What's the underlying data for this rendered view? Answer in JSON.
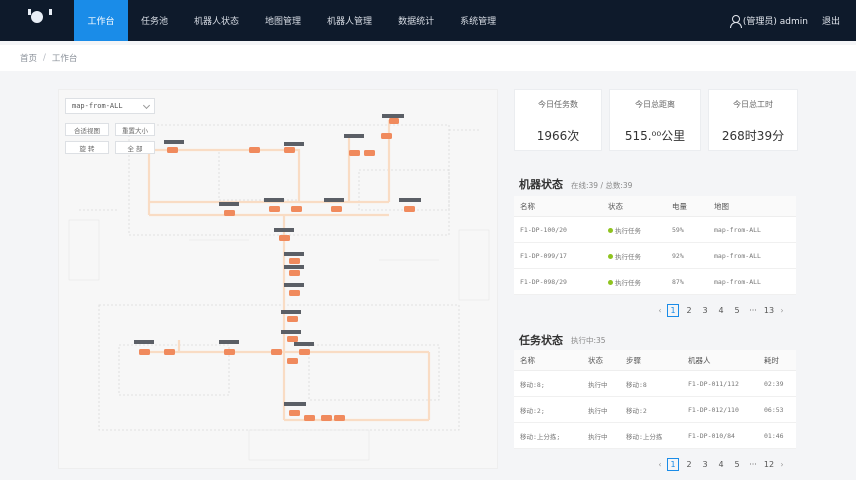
{
  "nav": {
    "items": [
      "工作台",
      "任务池",
      "机器人状态",
      "地图管理",
      "机器人管理",
      "数据统计",
      "系统管理"
    ],
    "active": 0,
    "user": "(管理员) admin",
    "logout": "退出"
  },
  "breadcrumb": {
    "home": "首页",
    "sep": "/",
    "current": "工作台"
  },
  "map": {
    "select_value": "map-from-ALL",
    "btn_fit": "合适视图",
    "btn_reset": "重置大小",
    "btn_rotate": "旋 转",
    "btn_all": "全 部"
  },
  "stats": [
    {
      "label": "今日任务数",
      "value": "1966次"
    },
    {
      "label": "今日总距离",
      "value": "515.⁰⁰公里"
    },
    {
      "label": "今日总工时",
      "value": "268时39分"
    }
  ],
  "robots": {
    "title": "机器状态",
    "summary": "在线:39 / 总数:39",
    "columns": [
      "名称",
      "状态",
      "电量",
      "地图"
    ],
    "rows": [
      {
        "name": "F1-DP-100/20",
        "status": "执行任务",
        "battery": "59%",
        "map": "map-from-ALL"
      },
      {
        "name": "F1-DP-099/17",
        "status": "执行任务",
        "battery": "92%",
        "map": "map-from-ALL"
      },
      {
        "name": "F1-DP-098/29",
        "status": "执行任务",
        "battery": "87%",
        "map": "map-from-ALL"
      }
    ],
    "pages": [
      "1",
      "2",
      "3",
      "4",
      "5",
      "···",
      "13"
    ]
  },
  "tasks": {
    "title": "任务状态",
    "summary": "执行中:35",
    "columns": [
      "名称",
      "状态",
      "步骤",
      "机器人",
      "耗时"
    ],
    "rows": [
      {
        "name": "移动:8;",
        "status": "执行中",
        "step": "移动:8",
        "robot": "F1-DP-011/112",
        "time": "02:39"
      },
      {
        "name": "移动:2;",
        "status": "执行中",
        "step": "移动:2",
        "robot": "F1-DP-012/110",
        "time": "06:53"
      },
      {
        "name": "移动:上分拣;",
        "status": "执行中",
        "step": "移动:上分拣",
        "robot": "F1-DP-010/84",
        "time": "01:46"
      }
    ],
    "pages": [
      "1",
      "2",
      "3",
      "4",
      "5",
      "···",
      "12"
    ]
  },
  "colors": {
    "nav_bg": "#0e1a2b",
    "accent": "#1a8ce8",
    "robot": "#f08a5d",
    "path": "#f9dcc4",
    "online": "#8fc31f"
  }
}
